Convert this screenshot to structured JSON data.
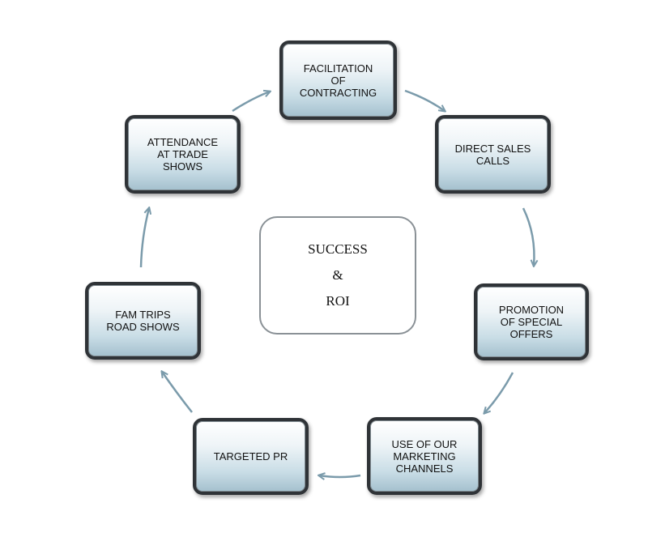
{
  "center": {
    "line1": "SUCCESS",
    "line2": "&",
    "line3": "ROI"
  },
  "nodes": [
    {
      "label": "FACILITATION\nOF\nCONTRACTING"
    },
    {
      "label": "DIRECT SALES\nCALLS"
    },
    {
      "label": "PROMOTION\nOF SPECIAL\nOFFERS"
    },
    {
      "label": "USE OF OUR\nMARKETING\nCHANNELS"
    },
    {
      "label": "TARGETED PR"
    },
    {
      "label": "FAM TRIPS\nROAD SHOWS"
    },
    {
      "label": "ATTENDANCE\nAT TRADE\nSHOWS"
    }
  ],
  "colors": {
    "arrow": "#7b9bab",
    "node_border": "#2f3337",
    "center_border": "#8a9196"
  }
}
